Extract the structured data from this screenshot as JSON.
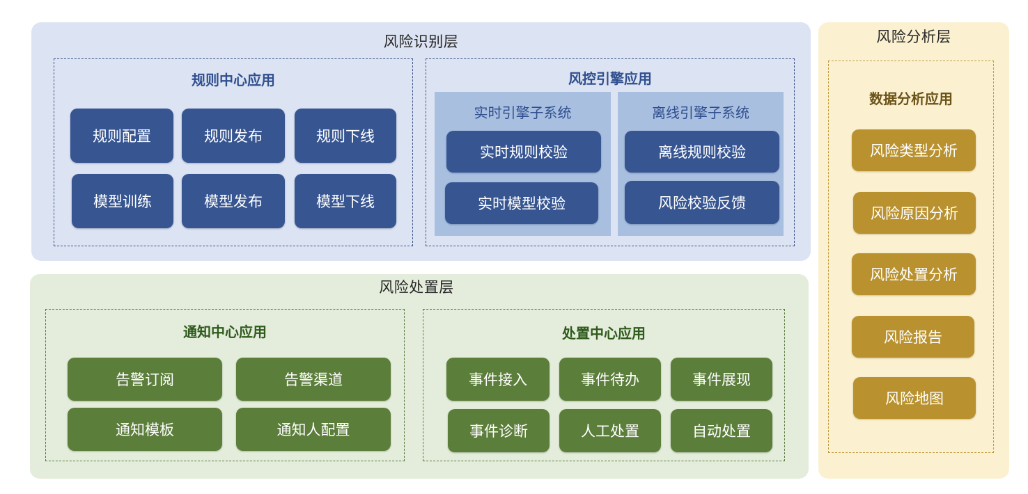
{
  "identification_layer": {
    "title": "风险识别层",
    "rule_center": {
      "title": "规则中心应用",
      "items": [
        "规则配置",
        "规则发布",
        "规则下线",
        "模型训练",
        "模型发布",
        "模型下线"
      ]
    },
    "risk_engine": {
      "title": "风控引擎应用",
      "realtime": {
        "title": "实时引擎子系统",
        "items": [
          "实时规则校验",
          "实时模型校验"
        ]
      },
      "offline": {
        "title": "离线引擎子系统",
        "items": [
          "离线规则校验",
          "风险校验反馈"
        ]
      }
    }
  },
  "disposal_layer": {
    "title": "风险处置层",
    "notify_center": {
      "title": "通知中心应用",
      "items": [
        "告警订阅",
        "告警渠道",
        "通知模板",
        "通知人配置"
      ]
    },
    "dispose_center": {
      "title": "处置中心应用",
      "items": [
        "事件接入",
        "事件待办",
        "事件展现",
        "事件诊断",
        "人工处置",
        "自动处置"
      ]
    }
  },
  "analysis_layer": {
    "title": "风险分析层",
    "data_analysis": {
      "title": "数据分析应用",
      "items": [
        "风险类型分析",
        "风险原因分析",
        "风险处置分析",
        "风险报告",
        "风险地图"
      ]
    }
  },
  "colors": {
    "identification_bg": "#dce3f2",
    "disposal_bg": "#e4eddb",
    "analysis_bg": "#fbf1d1",
    "blue_button": "#365591",
    "green_button": "#5c7e3b",
    "gold_button": "#b9922f",
    "subpanel_bg": "#a9bfe0"
  }
}
